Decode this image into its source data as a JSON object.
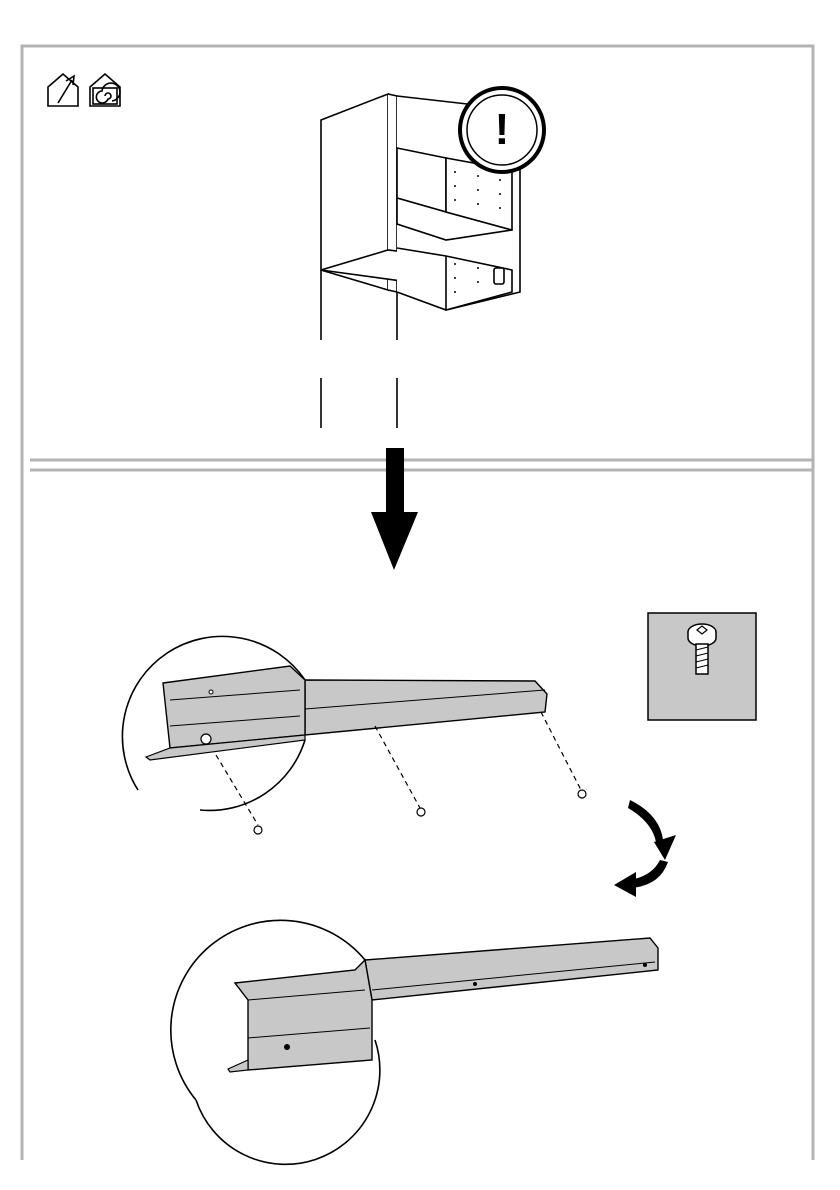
{
  "page": {
    "type": "assembly-instruction",
    "frame_color": "#b3b3b3",
    "ink_color": "#000000",
    "part_fill_color": "#c8c8c8"
  },
  "top_panel": {
    "icons": [
      "house-out-arrow-icon",
      "house-spiral-icon"
    ],
    "warning_symbol": "!",
    "illustration": "wall-cabinet-shelves-icon"
  },
  "transition": {
    "icon": "down-arrow-icon"
  },
  "bottom_panel": {
    "screw_box_icon": "torx-screw-icon",
    "screw_count": 3,
    "rotation_icon": "rotate-arrow-icon",
    "rail_before": "mounting-rail-with-screws",
    "rail_after": "mounting-rail-rotated"
  }
}
